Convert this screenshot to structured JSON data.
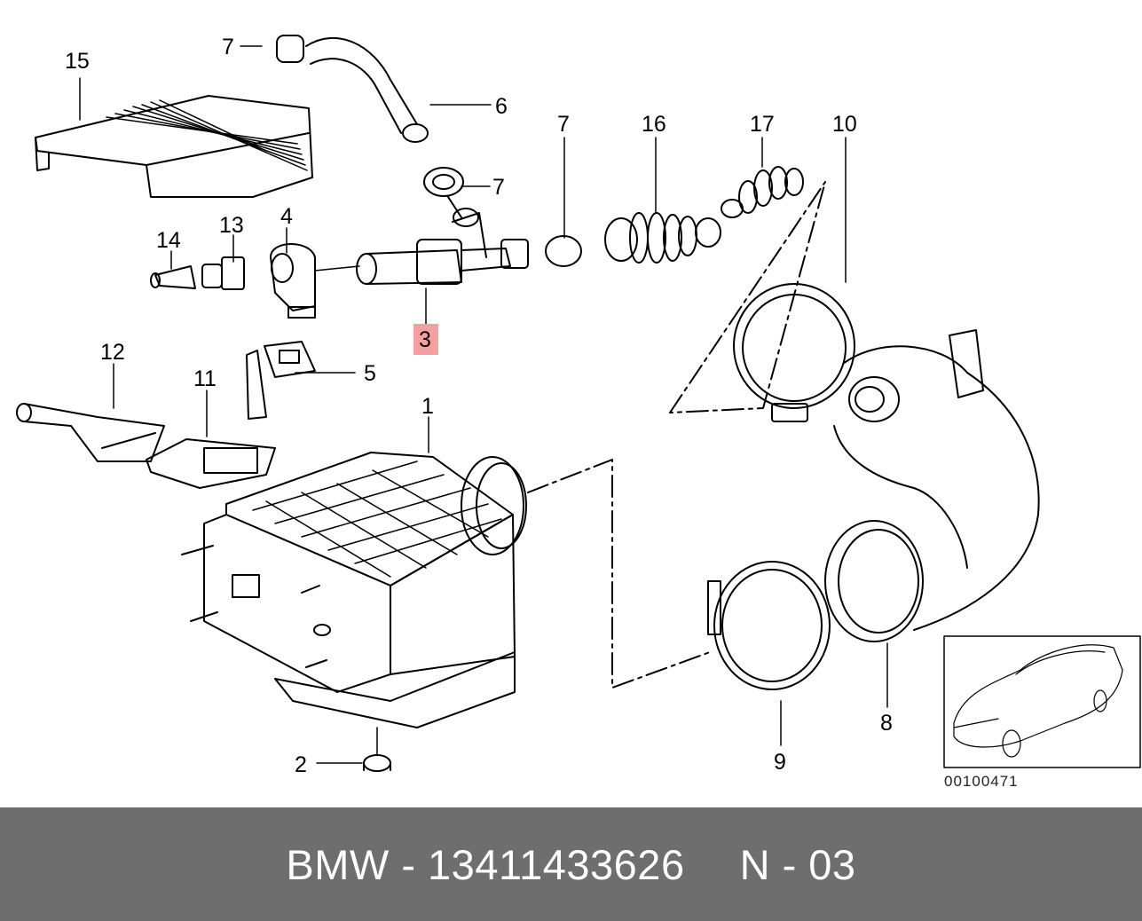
{
  "diagram": {
    "callouts": {
      "c1": "1",
      "c2": "2",
      "c3": "3",
      "c4": "4",
      "c5": "5",
      "c6": "6",
      "c7a": "7",
      "c7b": "7",
      "c7c": "7",
      "c8": "8",
      "c9": "9",
      "c10": "10",
      "c11": "11",
      "c12": "12",
      "c13": "13",
      "c14": "14",
      "c15": "15",
      "c16": "16",
      "c17": "17"
    },
    "highlighted_callout": "3",
    "highlight_color": "#f4a0a0",
    "drawing_number": "00100471"
  },
  "footer": {
    "part_text": "BMW - 13411433626",
    "position_text": "N - 03",
    "background_color": "#6e6e6e",
    "text_color": "#ffffff"
  }
}
